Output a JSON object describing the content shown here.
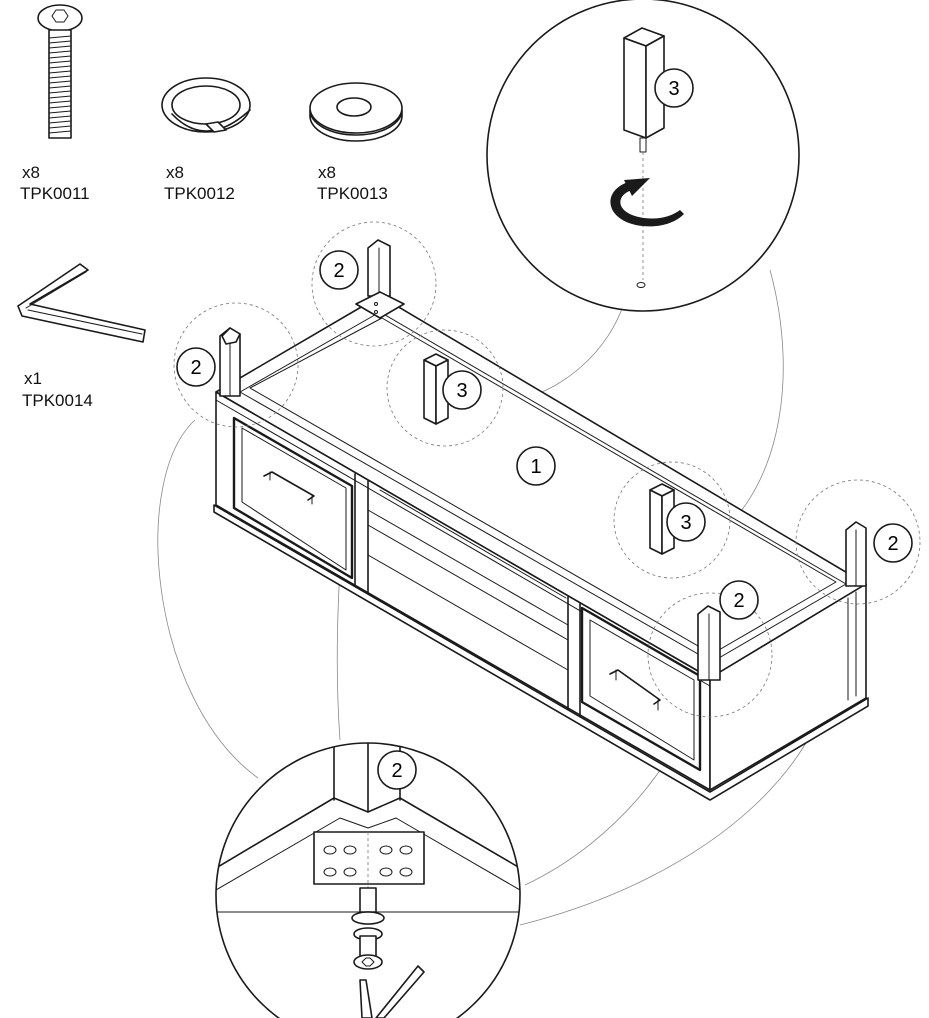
{
  "hardware": [
    {
      "id": "screw",
      "qty": "x8",
      "code": "TPK0011",
      "icon": "hex-socket-screw-icon"
    },
    {
      "id": "lock-washer",
      "qty": "x8",
      "code": "TPK0012",
      "icon": "split-lock-washer-icon"
    },
    {
      "id": "flat-washer",
      "qty": "x8",
      "code": "TPK0013",
      "icon": "flat-washer-icon"
    },
    {
      "id": "hex-key",
      "qty": "x1",
      "code": "TPK0014",
      "icon": "hex-key-icon"
    }
  ],
  "callouts": {
    "main_body": "1",
    "corner_bracket": "2",
    "leg_post": "3"
  },
  "colors": {
    "line": "#1a1a1a",
    "leader": "#888888",
    "background": "#ffffff"
  }
}
